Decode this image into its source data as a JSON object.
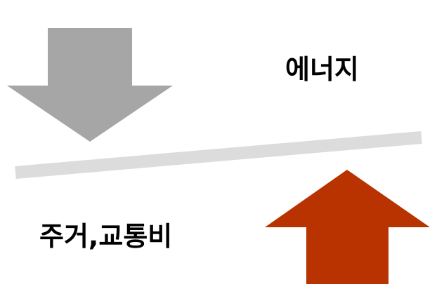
{
  "labels": {
    "energy": "에너지",
    "housing_transport": "주거,교통비"
  },
  "colors": {
    "down_arrow": "#a6a6a6",
    "up_arrow": "#b83300",
    "balance_bar": "#dcdcdc",
    "text": "#000000"
  },
  "icons": {
    "down_arrow": "arrow-down-icon",
    "up_arrow": "arrow-up-icon",
    "bar": "balance-bar"
  }
}
